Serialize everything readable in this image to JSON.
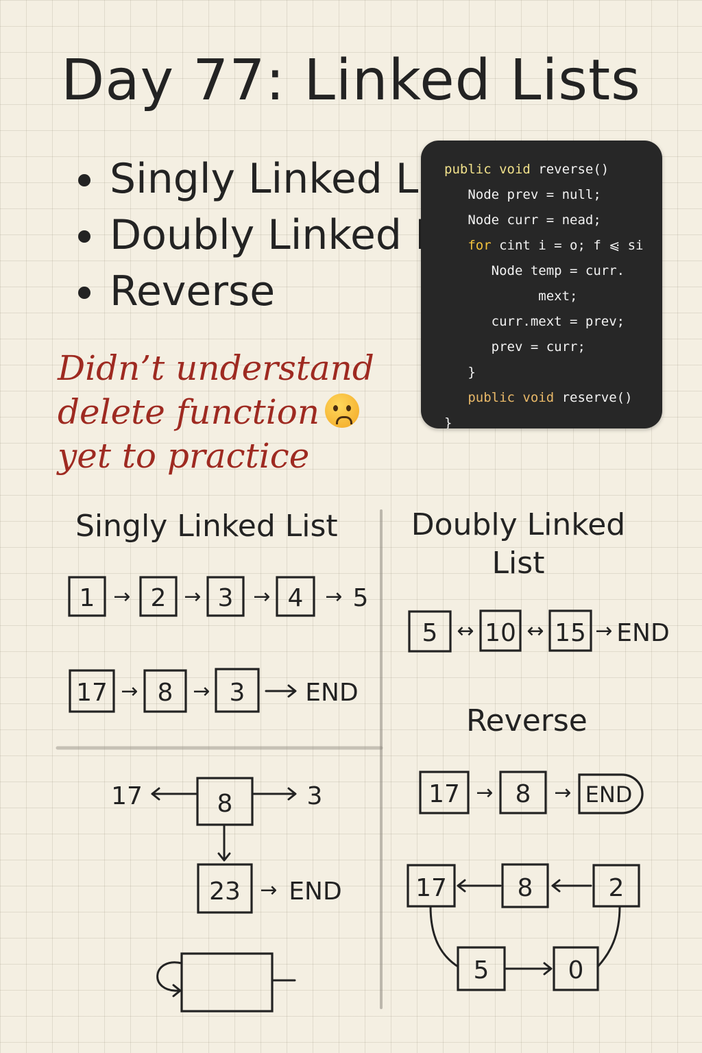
{
  "title": "Day 77: Linked Lists",
  "topics": [
    "Singly Linked List",
    "Doubly Linked List",
    "Reverse"
  ],
  "note": {
    "lines": [
      "Didn’t understand",
      "delete function",
      "yet to practice"
    ],
    "emoji": "frowning-face-icon"
  },
  "code": {
    "lines": [
      {
        "indent": "",
        "kw": "public void",
        "rest": " reverse()",
        "kwColor": "#f0e08a"
      },
      {
        "indent": "   ",
        "kw": "",
        "rest": "Node prev = null;"
      },
      {
        "indent": "   ",
        "kw": "",
        "rest": "Node curr = nead;"
      },
      {
        "indent": "   ",
        "kw": "for",
        "rest": " cint i = o; f ⩿ si",
        "kwColor": "#f2c23c"
      },
      {
        "indent": "      ",
        "kw": "",
        "rest": "Node temp = curr."
      },
      {
        "indent": "            ",
        "kw": "",
        "rest": "mext;"
      },
      {
        "indent": "      ",
        "kw": "",
        "rest": "curr.mext = prev;"
      },
      {
        "indent": "      ",
        "kw": "",
        "rest": "prev = curr;"
      },
      {
        "indent": "   ",
        "kw": "",
        "rest": "}"
      },
      {
        "indent": "   ",
        "kw": "public void",
        "rest": " reserve()",
        "kwColor": "#e8b868"
      },
      {
        "indent": "",
        "kw": "",
        "rest": "}"
      }
    ]
  },
  "sections": {
    "singly": "Singly Linked List",
    "doubly": "Doubly Linked List",
    "reverse": "Reverse"
  },
  "diagrams": {
    "singly_row1": {
      "nodes": [
        "1",
        "2",
        "3",
        "4"
      ],
      "tail": "5"
    },
    "singly_row2": {
      "nodes": [
        "17",
        "8",
        "3"
      ],
      "tail": "END"
    },
    "doubly_row": {
      "nodes": [
        "5",
        "10",
        "15"
      ],
      "tail": "END"
    },
    "delete_demo": {
      "left": "17",
      "center": "8",
      "right": "3",
      "below": "23",
      "tail": "END"
    },
    "reverse_row": {
      "nodes": [
        "17",
        "8"
      ],
      "tail": "END"
    },
    "reverse_cycle": {
      "top": [
        "17",
        "8",
        "2"
      ],
      "bottom": [
        "5",
        "0"
      ]
    }
  }
}
